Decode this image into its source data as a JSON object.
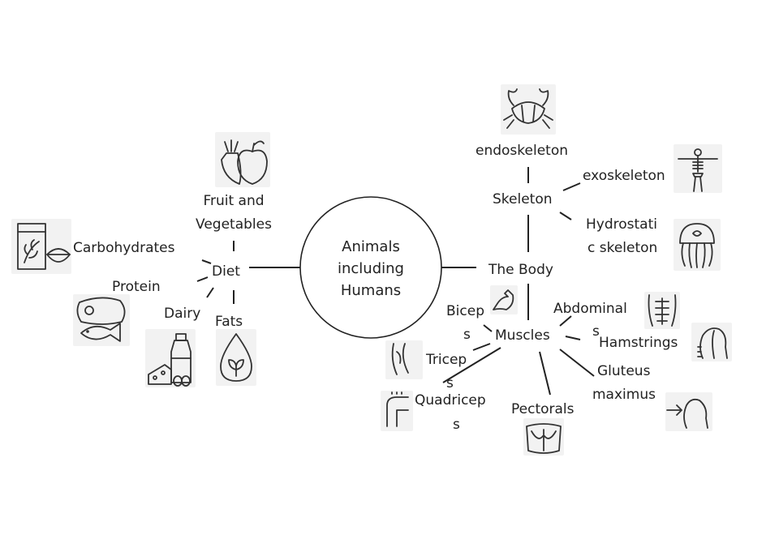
{
  "center": {
    "lines": [
      "Animals",
      "including",
      "Humans"
    ]
  },
  "diet": {
    "label": "Diet",
    "items": {
      "fruit": [
        "Fruit and",
        "Vegetables"
      ],
      "carbohydrates": "Carbohydrates",
      "protein": "Protein",
      "dairy": "Dairy",
      "fats": "Fats"
    }
  },
  "body": {
    "label": "The Body",
    "skeleton": {
      "label": "Skeleton",
      "endoskeleton": "endoskeleton",
      "exoskeleton": "exoskeleton",
      "hydrostatic": [
        "Hydrostati",
        "c skeleton"
      ]
    },
    "muscles": {
      "label": "Muscles",
      "biceps": [
        "Bicep",
        "s"
      ],
      "triceps": [
        "Tricep",
        "s"
      ],
      "quadriceps": [
        "Quadricep",
        "s"
      ],
      "pectorals": "Pectorals",
      "abdominals": [
        "Abdominal",
        "s"
      ],
      "hamstrings": "Hamstrings",
      "gluteus": [
        "Gluteus",
        "maximus"
      ]
    }
  },
  "icons": {
    "fruit": "fruit-vegetables-icon",
    "carbohydrates": "grain-bread-icon",
    "protein": "meat-fish-icon",
    "dairy": "milk-cheese-icon",
    "fats": "oil-drop-icon",
    "crab": "crab-icon",
    "skeleton": "human-skeleton-icon",
    "jellyfish": "jellyfish-icon",
    "biceps": "biceps-arm-icon",
    "triceps": "triceps-arm-icon",
    "quadriceps": "quadriceps-leg-icon",
    "pectorals": "pectorals-chest-icon",
    "abdominals": "abdominals-icon",
    "hamstrings": "hamstrings-icon",
    "gluteus": "gluteus-icon"
  }
}
